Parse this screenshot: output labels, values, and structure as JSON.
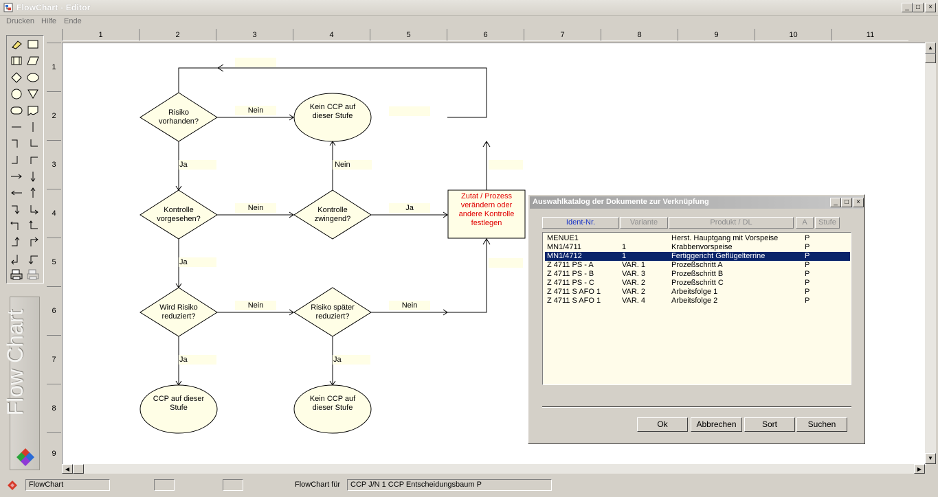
{
  "window": {
    "title": "FlowChart - Editor",
    "controls": [
      "_",
      "□",
      "×"
    ]
  },
  "menu": [
    "Drucken",
    "Hilfe",
    "Ende"
  ],
  "top_ruler": [
    "1",
    "2",
    "3",
    "4",
    "5",
    "6",
    "7",
    "8",
    "9",
    "10",
    "11"
  ],
  "left_ruler": [
    "1",
    "2",
    "3",
    "4",
    "5",
    "6",
    "7",
    "8",
    "9"
  ],
  "brand_text": "Flow Chart",
  "flowchart": {
    "d1": [
      "Risiko",
      "vorhanden?"
    ],
    "d2": [
      "Kontrolle",
      "vorgesehen?"
    ],
    "d3": [
      "Wird Risiko",
      "reduziert?"
    ],
    "d4": [
      "Kontrolle",
      "zwingend?"
    ],
    "d5": [
      "Risiko später",
      "reduziert?"
    ],
    "e1": [
      "Kein CCP auf",
      "dieser Stufe"
    ],
    "e2": [
      "CCP auf dieser",
      "Stufe"
    ],
    "e3": [
      "Kein CCP auf",
      "dieser Stufe"
    ],
    "box": [
      "Zutat / Prozess",
      "verändern oder",
      "andere Kontrolle",
      "festlegen"
    ],
    "box_color": "#e00000",
    "lbl_nein": "Nein",
    "lbl_ja": "Ja",
    "shape_fill": "#fffee6"
  },
  "statusbar": {
    "app": "FlowChart",
    "label": "FlowChart für",
    "value": "CCP J/N  1  CCP Entscheidungsbaum  P"
  },
  "dialog": {
    "title": "Auswahlkatalog der Dokumente zur Verknüpfung",
    "columns": [
      "Ident-Nr.",
      "Variante",
      "Produkt / DL",
      "A",
      "Stufe"
    ],
    "rows": [
      {
        "id": "MENUE1",
        "var": "",
        "prod": "Herst. Hauptgang mit Vorspeise",
        "a": "P"
      },
      {
        "id": "MN1/4711",
        "var": "1",
        "prod": "Krabbenvorspeise",
        "a": "P"
      },
      {
        "id": "MN1/4712",
        "var": "1",
        "prod": "Fertiggericht Geflügelterrine",
        "a": "P"
      },
      {
        "id": "Z 4711 PS - A",
        "var": "VAR. 1",
        "prod": "Prozeßschritt A",
        "a": "P"
      },
      {
        "id": "Z 4711 PS - B",
        "var": "VAR. 3",
        "prod": "Prozeßschritt B",
        "a": "P"
      },
      {
        "id": "Z 4711 PS - C",
        "var": "VAR. 2",
        "prod": "Prozeßschritt C",
        "a": "P"
      },
      {
        "id": "Z 4711 S AFO 1",
        "var": "VAR. 2",
        "prod": "Arbeitsfolge 1",
        "a": "P"
      },
      {
        "id": "Z 4711 S AFO 1",
        "var": "VAR. 4",
        "prod": "Arbeitsfolge 2",
        "a": "P"
      }
    ],
    "selected_index": 2,
    "buttons": {
      "ok": "Ok",
      "cancel": "Abbrechen",
      "sort": "Sort",
      "search": "Suchen"
    }
  }
}
